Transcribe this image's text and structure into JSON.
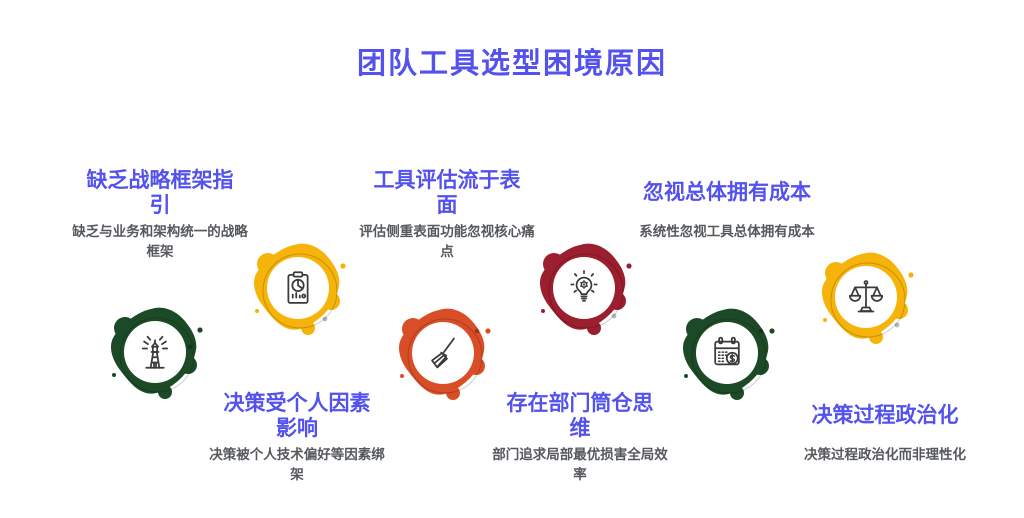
{
  "title": "团队工具选型困境原因",
  "colors": {
    "background": "#ffffff",
    "title": "#5352ee",
    "item_title": "#5352ee",
    "desc": "#55585c",
    "green": "#1d4a26",
    "yellow": "#f6b40a",
    "orange": "#d94e26",
    "crimson": "#9b1f2e",
    "icon_stroke": "#3a3a3a"
  },
  "items": [
    {
      "title": "缺乏战略框架指引",
      "desc": "缺乏与业务和架构统一的战略框架",
      "icon": "lighthouse-icon",
      "color_name": "green",
      "text_position": "top"
    },
    {
      "title": "决策受个人因素影响",
      "desc": "决策被个人技术偏好等因素绑架",
      "icon": "clipboard-chart-icon",
      "color_name": "yellow",
      "text_position": "bottom"
    },
    {
      "title": "工具评估流于表面",
      "desc": "评估侧重表面功能忽视核心痛点",
      "icon": "broom-icon",
      "color_name": "orange",
      "text_position": "top"
    },
    {
      "title": "存在部门筒仓思维",
      "desc": "部门追求局部最优损害全局效率",
      "icon": "lightbulb-gear-icon",
      "color_name": "crimson",
      "text_position": "bottom"
    },
    {
      "title": "忽视总体拥有成本",
      "desc": "系统性忽视工具总体拥有成本",
      "icon": "calendar-dollar-icon",
      "color_name": "green",
      "text_position": "top"
    },
    {
      "title": "决策过程政治化",
      "desc": "决策过程政治化而非理性化",
      "icon": "scales-icon",
      "color_name": "yellow",
      "text_position": "bottom"
    }
  ]
}
